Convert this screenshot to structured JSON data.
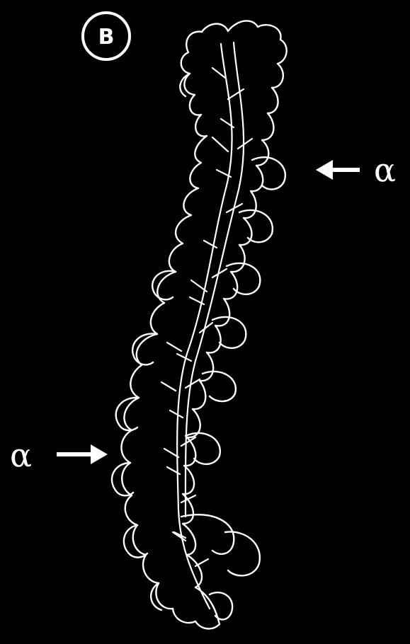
{
  "panel": {
    "label": "B"
  },
  "annotations": {
    "right_arrow": {
      "symbol": "α",
      "direction": "left"
    },
    "left_arrow": {
      "symbol": "α",
      "direction": "right"
    }
  },
  "colors": {
    "background": "#000000",
    "line": "#ffffff"
  }
}
